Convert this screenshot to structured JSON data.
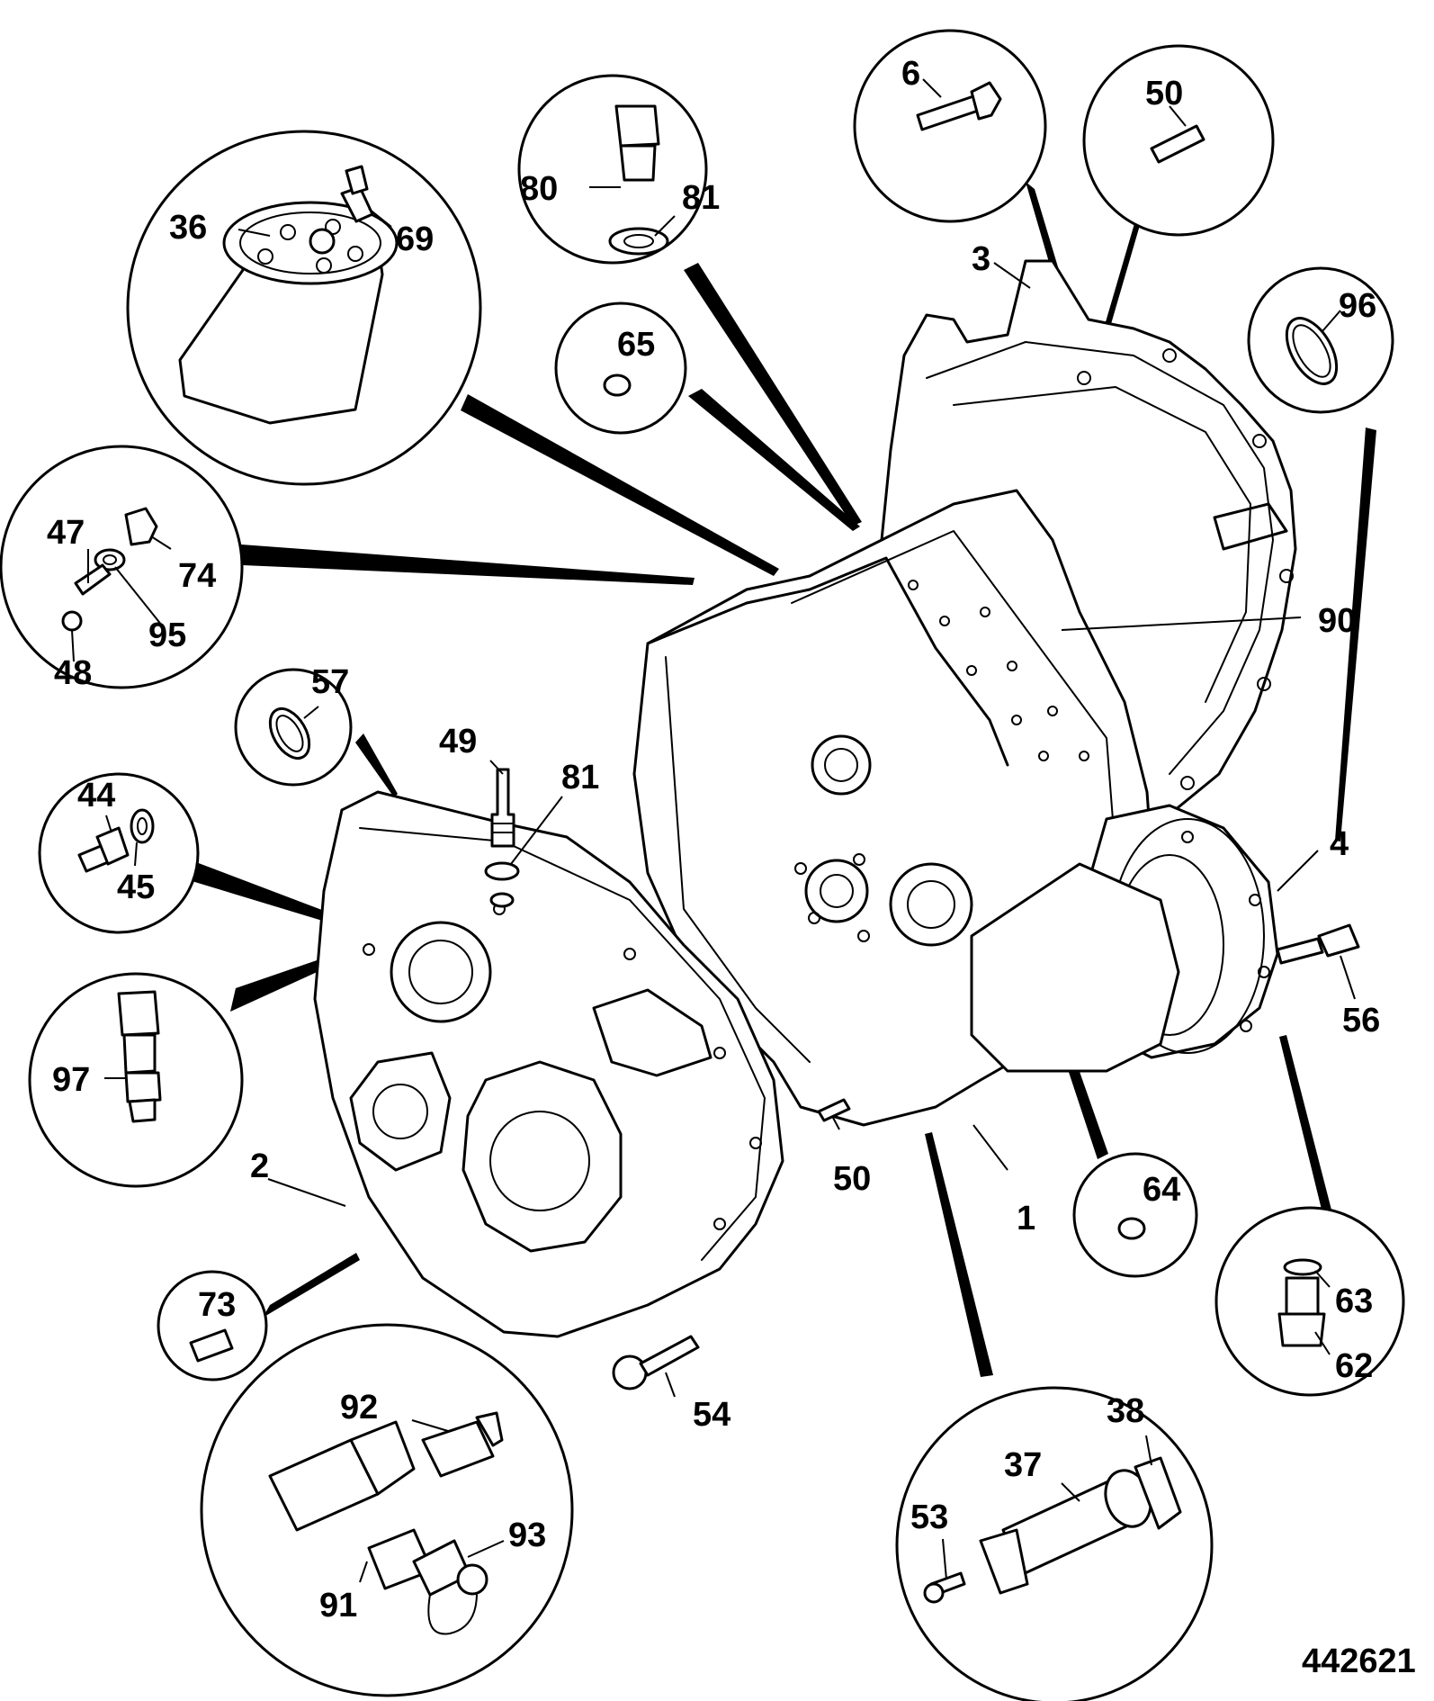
{
  "figure_id": "442621",
  "callouts": {
    "c1": "1",
    "c2": "2",
    "c3": "3",
    "c4": "4",
    "c6": "6",
    "c36": "36",
    "c37": "37",
    "c38": "38",
    "c44": "44",
    "c45": "45",
    "c47": "47",
    "c48": "48",
    "c49": "49",
    "c50a": "50",
    "c50b": "50",
    "c53": "53",
    "c54": "54",
    "c56": "56",
    "c57": "57",
    "c62": "62",
    "c63": "63",
    "c64": "64",
    "c65": "65",
    "c69": "69",
    "c73": "73",
    "c74": "74",
    "c80": "80",
    "c81a": "81",
    "c81b": "81",
    "c90": "90",
    "c91": "91",
    "c92": "92",
    "c93": "93",
    "c95": "95",
    "c96": "96",
    "c97": "97"
  }
}
